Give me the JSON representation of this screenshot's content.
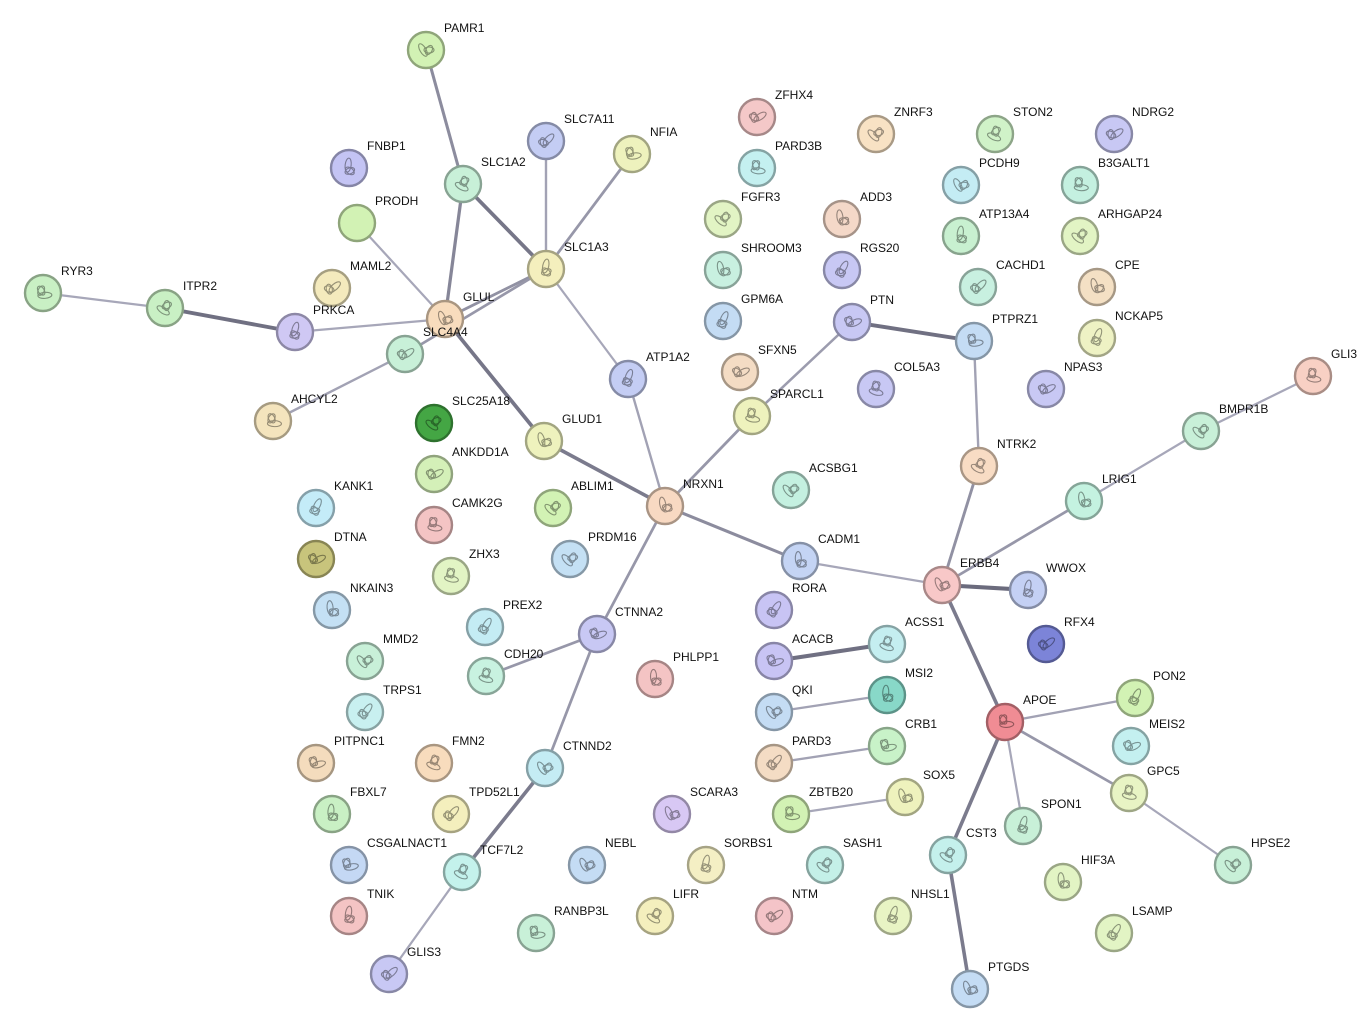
{
  "nodes": [
    {
      "id": "PAMR1",
      "color": "#d2f2b4"
    },
    {
      "id": "FNBP1",
      "color": "#c4c4f4"
    },
    {
      "id": "SLC7A11",
      "color": "#c4cdf4"
    },
    {
      "id": "NFIA",
      "color": "#eef2bd"
    },
    {
      "id": "SLC1A2",
      "color": "#c8f0d8"
    },
    {
      "id": "PRODH",
      "color": "#d2f2b4"
    },
    {
      "id": "SLC1A3",
      "color": "#f4efbd"
    },
    {
      "id": "MAML2",
      "color": "#f4eabd"
    },
    {
      "id": "RYR3",
      "color": "#c9f0c4"
    },
    {
      "id": "ITPR2",
      "color": "#c9f0c4"
    },
    {
      "id": "GLUL",
      "color": "#f8dcbd"
    },
    {
      "id": "PRKCA",
      "color": "#cfc8f4"
    },
    {
      "id": "SLC4A4",
      "color": "#c8f0d8"
    },
    {
      "id": "AHCYL2",
      "color": "#f4e4bd"
    },
    {
      "id": "SLC25A18",
      "color": "#44a644"
    },
    {
      "id": "GLUD1",
      "color": "#eef2bd"
    },
    {
      "id": "ATP1A2",
      "color": "#c4cdf4"
    },
    {
      "id": "ANKDD1A",
      "color": "#d4f0b8"
    },
    {
      "id": "CAMK2G",
      "color": "#f4c4c4"
    },
    {
      "id": "ABLIM1",
      "color": "#d2f2b4"
    },
    {
      "id": "NRXN1",
      "color": "#f8d9c2"
    },
    {
      "id": "KANK1",
      "color": "#c4ecf8"
    },
    {
      "id": "DTNA",
      "color": "#c8c47c"
    },
    {
      "id": "ZHX3",
      "color": "#e2f4c4"
    },
    {
      "id": "PRDM16",
      "color": "#c4e0f4"
    },
    {
      "id": "NKAIN3",
      "color": "#c4e0f4"
    },
    {
      "id": "PREX2",
      "color": "#c4ecf4"
    },
    {
      "id": "CTNNA2",
      "color": "#c8c8f4"
    },
    {
      "id": "CDH20",
      "color": "#c8f2e0"
    },
    {
      "id": "MMD2",
      "color": "#c8f0d8"
    },
    {
      "id": "PHLPP1",
      "color": "#f4c4c4"
    },
    {
      "id": "TRPS1",
      "color": "#c8f0f0"
    },
    {
      "id": "PITPNC1",
      "color": "#f4dcbd"
    },
    {
      "id": "FMN2",
      "color": "#f8dcbd"
    },
    {
      "id": "CTNND2",
      "color": "#c4ecf4"
    },
    {
      "id": "FBXL7",
      "color": "#c9f0c4"
    },
    {
      "id": "TPD52L1",
      "color": "#f4efbd"
    },
    {
      "id": "CSGALNACT1",
      "color": "#c4d8f4"
    },
    {
      "id": "TCF7L2",
      "color": "#c4f2ec"
    },
    {
      "id": "NEBL",
      "color": "#c4dcf4"
    },
    {
      "id": "TNIK",
      "color": "#f4c4c4"
    },
    {
      "id": "GLIS3",
      "color": "#c8c8f4"
    },
    {
      "id": "RANBP3L",
      "color": "#c8f0d8"
    },
    {
      "id": "LIFR",
      "color": "#f4efbd"
    },
    {
      "id": "SCARA3",
      "color": "#d8c8f4"
    },
    {
      "id": "SORBS1",
      "color": "#f4efc4"
    },
    {
      "id": "NTM",
      "color": "#f4c4c8"
    },
    {
      "id": "ZBTB20",
      "color": "#d2f2b4"
    },
    {
      "id": "SASH1",
      "color": "#c4f0e8"
    },
    {
      "id": "SOX5",
      "color": "#eef2bd"
    },
    {
      "id": "NHSL1",
      "color": "#e8f4c4"
    },
    {
      "id": "ZFHX4",
      "color": "#f4c8c8"
    },
    {
      "id": "PARD3B",
      "color": "#c4f0f0"
    },
    {
      "id": "FGFR3",
      "color": "#e2f4c4"
    },
    {
      "id": "SHROOM3",
      "color": "#c8f0e0"
    },
    {
      "id": "GPM6A",
      "color": "#c4dcf4"
    },
    {
      "id": "SFXN5",
      "color": "#f4dcc4"
    },
    {
      "id": "SPARCL1",
      "color": "#eef2bd"
    },
    {
      "id": "ZNRF3",
      "color": "#f8e2c4"
    },
    {
      "id": "ADD3",
      "color": "#f4d8c8"
    },
    {
      "id": "RGS20",
      "color": "#c8c8f4"
    },
    {
      "id": "PTN",
      "color": "#c8c8f4"
    },
    {
      "id": "COL5A3",
      "color": "#c8c8f4"
    },
    {
      "id": "ACSBG1",
      "color": "#c4f0e0"
    },
    {
      "id": "CADM1",
      "color": "#c4d4f4"
    },
    {
      "id": "RORA",
      "color": "#c8c4f4"
    },
    {
      "id": "ACACB",
      "color": "#c8c4f4"
    },
    {
      "id": "ACSS1",
      "color": "#c4eef0"
    },
    {
      "id": "QKI",
      "color": "#c4dcf4"
    },
    {
      "id": "MSI2",
      "color": "#88d8c8"
    },
    {
      "id": "PARD3",
      "color": "#f4dcc4"
    },
    {
      "id": "CRB1",
      "color": "#c8f2c8"
    },
    {
      "id": "STON2",
      "color": "#d0f2c8"
    },
    {
      "id": "PCDH9",
      "color": "#c4ecf4"
    },
    {
      "id": "ATP13A4",
      "color": "#c8f0d0"
    },
    {
      "id": "CACHD1",
      "color": "#c8f0e0"
    },
    {
      "id": "PTPRZ1",
      "color": "#c4dcf4"
    },
    {
      "id": "NTRK2",
      "color": "#f8dcc4"
    },
    {
      "id": "ERBB4",
      "color": "#f8c8c8"
    },
    {
      "id": "WWOX",
      "color": "#c4d0f4"
    },
    {
      "id": "RFX4",
      "color": "#7c84d8"
    },
    {
      "id": "APOE",
      "color": "#f08c94"
    },
    {
      "id": "CST3",
      "color": "#c4f0ec"
    },
    {
      "id": "PTGDS",
      "color": "#c4dcf4"
    },
    {
      "id": "SPON1",
      "color": "#c8f0d8"
    },
    {
      "id": "NDRG2",
      "color": "#c8c8f4"
    },
    {
      "id": "B3GALT1",
      "color": "#c4f0e0"
    },
    {
      "id": "ARHGAP24",
      "color": "#e2f4c4"
    },
    {
      "id": "CPE",
      "color": "#f4e0c4"
    },
    {
      "id": "NCKAP5",
      "color": "#eef2c4"
    },
    {
      "id": "NPAS3",
      "color": "#c8c8f4"
    },
    {
      "id": "GLI3",
      "color": "#f8d0c4"
    },
    {
      "id": "BMPR1B",
      "color": "#c8f0d8"
    },
    {
      "id": "LRIG1",
      "color": "#c4f2e0"
    },
    {
      "id": "PON2",
      "color": "#d2f2b4"
    },
    {
      "id": "MEIS2",
      "color": "#c4f0f0"
    },
    {
      "id": "GPC5",
      "color": "#e8f4c4"
    },
    {
      "id": "HPSE2",
      "color": "#c8f0d8"
    },
    {
      "id": "HIF3A",
      "color": "#e2f4c4"
    },
    {
      "id": "LSAMP",
      "color": "#e2f4c4"
    }
  ],
  "edges": [
    {
      "source": "PAMR1",
      "target": "SLC1A2",
      "weight": 0.55
    },
    {
      "source": "SLC1A2",
      "target": "SLC1A3",
      "weight": 0.75
    },
    {
      "source": "SLC1A2",
      "target": "GLUL",
      "weight": 0.6
    },
    {
      "source": "SLC7A11",
      "target": "SLC1A3",
      "weight": 0.35
    },
    {
      "source": "NFIA",
      "target": "SLC1A3",
      "weight": 0.45
    },
    {
      "source": "PRODH",
      "target": "GLUL",
      "weight": 0.3
    },
    {
      "source": "SLC1A3",
      "target": "GLUL",
      "weight": 0.5
    },
    {
      "source": "SLC1A3",
      "target": "SLC4A4",
      "weight": 0.45
    },
    {
      "source": "SLC1A3",
      "target": "ATP1A2",
      "weight": 0.3
    },
    {
      "source": "RYR3",
      "target": "ITPR2",
      "weight": 0.3
    },
    {
      "source": "ITPR2",
      "target": "PRKCA",
      "weight": 0.8
    },
    {
      "source": "PRKCA",
      "target": "GLUL",
      "weight": 0.3
    },
    {
      "source": "AHCYL2",
      "target": "SLC4A4",
      "weight": 0.35
    },
    {
      "source": "GLUL",
      "target": "GLUD1",
      "weight": 0.75
    },
    {
      "source": "GLUD1",
      "target": "NRXN1",
      "weight": 0.7
    },
    {
      "source": "ATP1A2",
      "target": "NRXN1",
      "weight": 0.35
    },
    {
      "source": "NRXN1",
      "target": "SPARCL1",
      "weight": 0.45
    },
    {
      "source": "SPARCL1",
      "target": "PTN",
      "weight": 0.4
    },
    {
      "source": "NRXN1",
      "target": "CADM1",
      "weight": 0.55
    },
    {
      "source": "NRXN1",
      "target": "CTNNA2",
      "weight": 0.45
    },
    {
      "source": "CDH20",
      "target": "CTNNA2",
      "weight": 0.45
    },
    {
      "source": "CTNNA2",
      "target": "CTNND2",
      "weight": 0.45
    },
    {
      "source": "CTNND2",
      "target": "TCF7L2",
      "weight": 0.7
    },
    {
      "source": "TCF7L2",
      "target": "GLIS3",
      "weight": 0.3
    },
    {
      "source": "PTN",
      "target": "PTPRZ1",
      "weight": 0.8
    },
    {
      "source": "PTPRZ1",
      "target": "NTRK2",
      "weight": 0.35
    },
    {
      "source": "NTRK2",
      "target": "ERBB4",
      "weight": 0.5
    },
    {
      "source": "CADM1",
      "target": "ERBB4",
      "weight": 0.3
    },
    {
      "source": "ERBB4",
      "target": "LRIG1",
      "weight": 0.45
    },
    {
      "source": "LRIG1",
      "target": "BMPR1B",
      "weight": 0.3
    },
    {
      "source": "BMPR1B",
      "target": "GLI3",
      "weight": 0.3
    },
    {
      "source": "ERBB4",
      "target": "WWOX",
      "weight": 0.85
    },
    {
      "source": "ERBB4",
      "target": "APOE",
      "weight": 0.7
    },
    {
      "source": "ACACB",
      "target": "ACSS1",
      "weight": 0.8
    },
    {
      "source": "QKI",
      "target": "MSI2",
      "weight": 0.35
    },
    {
      "source": "PARD3",
      "target": "CRB1",
      "weight": 0.35
    },
    {
      "source": "ZBTB20",
      "target": "SOX5",
      "weight": 0.3
    },
    {
      "source": "APOE",
      "target": "PON2",
      "weight": 0.35
    },
    {
      "source": "APOE",
      "target": "GPC5",
      "weight": 0.45
    },
    {
      "source": "GPC5",
      "target": "HPSE2",
      "weight": 0.3
    },
    {
      "source": "APOE",
      "target": "SPON1",
      "weight": 0.3
    },
    {
      "source": "APOE",
      "target": "CST3",
      "weight": 0.7
    },
    {
      "source": "CST3",
      "target": "PTGDS",
      "weight": 0.7
    }
  ]
}
